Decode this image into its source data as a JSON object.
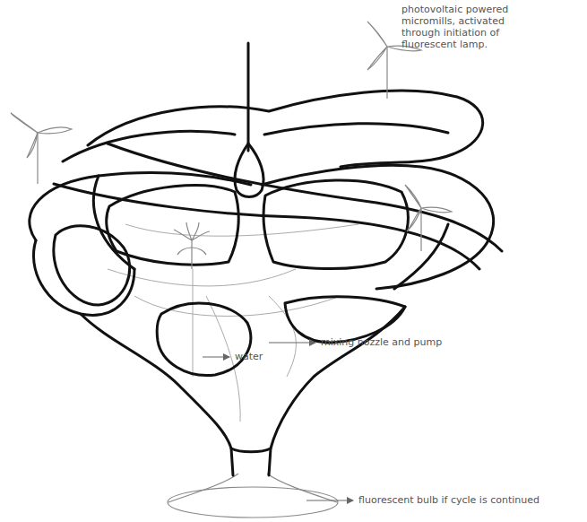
{
  "diagram": {
    "labels": [
      "photovoltaic powered micromills, activated through initiation of fluorescent lamp.",
      "mixing nozzle and pump",
      "water",
      "fluorescent bulb if cycle is continued"
    ]
  }
}
